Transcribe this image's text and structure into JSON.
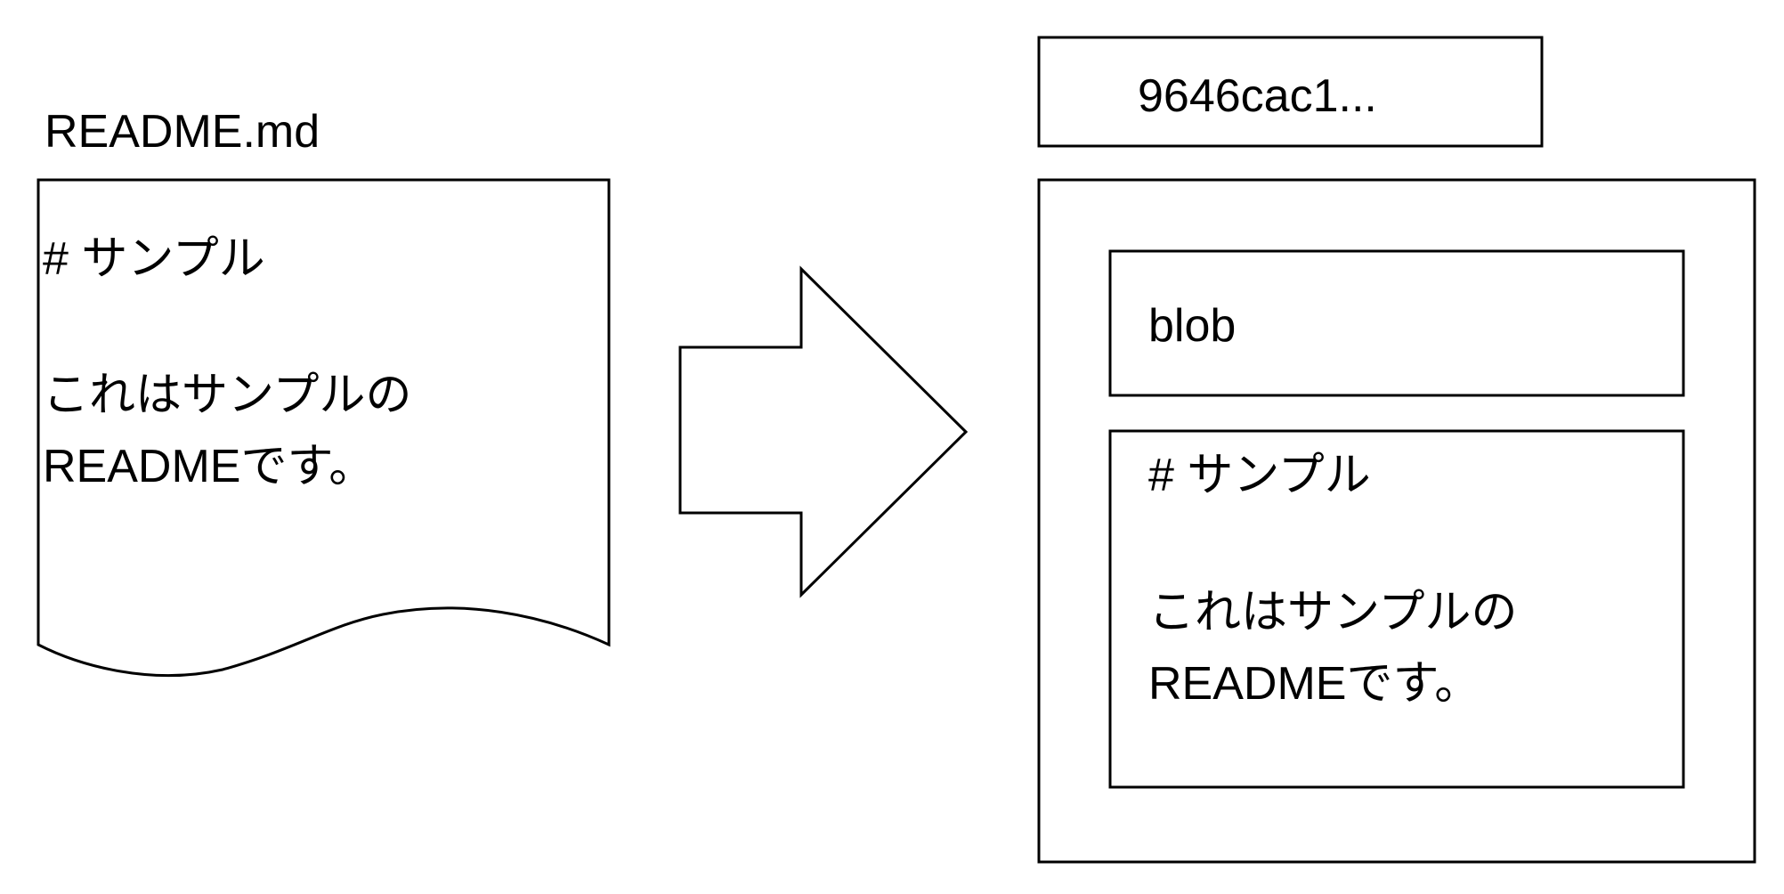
{
  "source_file": {
    "name": "README.md",
    "heading": "# サンプル",
    "body_line_1": "これはサンプルの",
    "body_line_2": "READMEです。"
  },
  "git_object": {
    "hash": "9646cac1...",
    "type": "blob",
    "heading": "# サンプル",
    "body_line_1": "これはサンプルの",
    "body_line_2": "READMEです。"
  },
  "colors": {
    "stroke": "#000000",
    "background": "#ffffff"
  }
}
